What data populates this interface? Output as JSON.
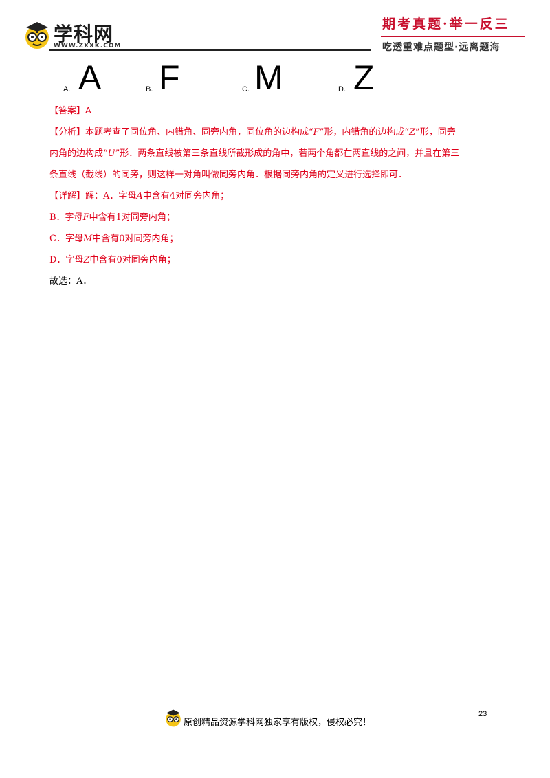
{
  "header": {
    "brand_name": "学科网",
    "brand_url": "WWW.ZXXK.COM",
    "slogan_main": "期考真题·举一反三",
    "slogan_sub": "吃透重难点题型·远离题海"
  },
  "options": [
    {
      "label": "A.",
      "glyph": "A"
    },
    {
      "label": "B.",
      "glyph": "F"
    },
    {
      "label": "C.",
      "glyph": "M"
    },
    {
      "label": "D.",
      "glyph": "Z"
    }
  ],
  "answer": {
    "tag": "【答案】",
    "value": "A"
  },
  "analysis": {
    "tag": "【分析】",
    "t1": "本题考查了同位角、内错角、同旁内角，同位角的边构成“",
    "v1": "F",
    "t2": "”形，内错角的边构成“",
    "v2": "Z",
    "t3": "”形，同旁",
    "t4": "内角的边构成“",
    "v3": "U",
    "t5": "”形．两条直线被第三条直线所截形成的角中，若两个角都在两直线的之间，并且在第三",
    "t6": "条直线（截线）的同旁，则这样一对角叫做同旁内角．根据同旁内角的定义进行选择即可．"
  },
  "detail": {
    "tag": "【详解】",
    "lead": "解：A．字母",
    "a_var": "A",
    "a_rest": "中含有4对同旁内角；",
    "b_lead": "B．字母",
    "b_var": "F",
    "b_rest": "中含有1对同旁内角；",
    "c_lead": "C．字母",
    "c_var": "M",
    "c_rest": "中含有0对同旁内角；",
    "d_lead": "D．字母",
    "d_var": "Z",
    "d_rest": "中含有0对同旁内角；",
    "conclusion": "故选：A．"
  },
  "page_number": "23",
  "footer_text": "原创精品资源学科网独家享有版权，侵权必究！",
  "colors": {
    "answer_red": "#e0001a",
    "slogan_red": "#c8102e"
  }
}
